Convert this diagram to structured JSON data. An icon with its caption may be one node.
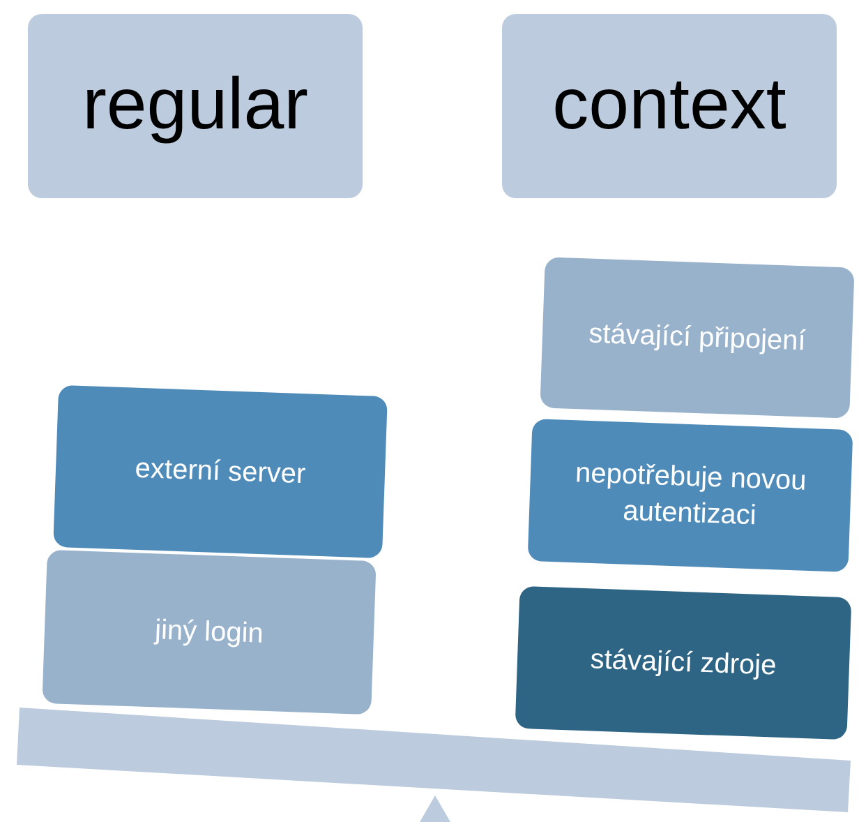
{
  "diagram": {
    "nodes": [
      {
        "text": [
          "regular"
        ]
      },
      {
        "text": [
          "context"
        ]
      },
      {
        "text": [
          "externí server"
        ]
      },
      {
        "text": [
          "jiný login"
        ]
      },
      {
        "text": [
          "stávající připojení"
        ]
      },
      {
        "text": [
          "nepotřebuje novou autentizaci"
        ]
      },
      {
        "text": [
          "stávající zdroje"
        ]
      }
    ]
  }
}
